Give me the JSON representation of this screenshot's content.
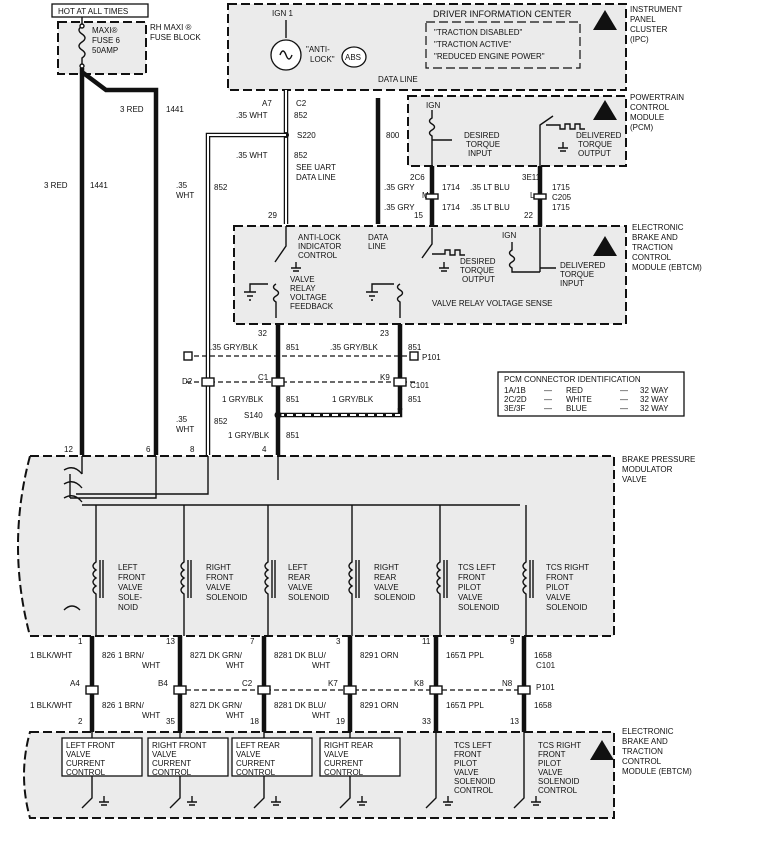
{
  "top": {
    "hot_label": "HOT AT ALL TIMES",
    "fuse_block_line1": "RH MAXI ®",
    "fuse_block_line2": "FUSE BLOCK",
    "fuse_line1": "MAXI®",
    "fuse_line2": "FUSE 6",
    "fuse_line3": "50AMP"
  },
  "ipc": {
    "title": [
      "INSTRUMENT",
      "PANEL",
      "CLUSTER",
      "(IPC)"
    ],
    "ign": "IGN 1",
    "dic_title": "DRIVER INFORMATION CENTER",
    "messages": [
      "\"TRACTION DISABLED\"",
      "\"TRACTION ACTIVE\"",
      "\"REDUCED ENGINE POWER\""
    ],
    "antilock_line1": "\"ANTI-",
    "antilock_line2": "LOCK\"",
    "abs": "ABS",
    "data_line": "DATA LINE"
  },
  "pcm": {
    "title": [
      "POWERTRAIN",
      "CONTROL",
      "MODULE",
      "(PCM)"
    ],
    "ign": "IGN",
    "desired": [
      "DESIRED",
      "TORQUE",
      "INPUT"
    ],
    "delivered": [
      "DELIVERED",
      "TORQUE",
      "OUTPUT"
    ]
  },
  "ebtcm_top": {
    "title": [
      "ELECTRONIC",
      "BRAKE AND",
      "TRACTION",
      "CONTROL",
      "MODULE (EBTCM)"
    ],
    "antilock": [
      "ANTI-LOCK",
      "INDICATOR",
      "CONTROL"
    ],
    "data_line": [
      "DATA",
      "LINE"
    ],
    "desired": [
      "DESIRED",
      "TORQUE",
      "OUTPUT"
    ],
    "ign": "IGN",
    "delivered": [
      "DELIVERED",
      "TORQUE",
      "INPUT"
    ],
    "feedback": [
      "VALVE",
      "RELAY",
      "VOLTAGE",
      "FEEDBACK"
    ],
    "sense": "VALVE RELAY VOLTAGE SENSE"
  },
  "wires_top": {
    "red3_left": "3 RED",
    "w1441_left": "1441",
    "red3_mid": "3 RED",
    "w1441_mid": "1441",
    "a7": "A7",
    "c2": "C2",
    "w852": "852",
    "wht35": ".35 WHT",
    "s220": "S220",
    "wht35b": ".35 WHT",
    "w852b": "852",
    "see": "SEE UART",
    "see2": "DATA LINE",
    "p29": "29",
    "w35": ".35",
    "wht": "WHT",
    "w852c": "852",
    "w800": "800",
    "p2c6": "2C6",
    "p3e11": "3E11",
    "gry_a": ".35 GRY",
    "m": "M",
    "w1714_a": "1714",
    "ltblu_a": ".35 LT BLU",
    "l": "L",
    "w1715_a": "1715",
    "c205": "C205",
    "gry_b": ".35 GRY",
    "w1714_b": "1714",
    "ltblu_b": ".35 LT BLU",
    "w1715_b": "1715",
    "p15": "15",
    "p22": "22"
  },
  "wires_mid": {
    "p32": "32",
    "p23": "23",
    "gryblk_a": ".35 GRY/BLK",
    "w851_a": "851",
    "gryblk_b": ".35 GRY/BLK",
    "w851_b": "851",
    "p101": "P101",
    "d2": "D2",
    "c1": "C1",
    "k9": "K9",
    "c101": "C101",
    "gryblk1": "1 GRY/BLK",
    "w851_c": "851",
    "gryblk2": "1 GRY/BLK",
    "w851_d": "851",
    "s140": "S140",
    "w35": ".35",
    "wht": "WHT",
    "w852": "852",
    "gryblk3": "1 GRY/BLK",
    "w851_e": "851",
    "pin12": "12",
    "pin6": "6",
    "pin8": "8",
    "pin4": "4"
  },
  "pcm_conn": {
    "title": "PCM CONNECTOR IDENTIFICATION",
    "rows": [
      {
        "id": "1A/1B",
        "dash": "—",
        "color": "RED",
        "dash2": "—",
        "ways": "32 WAY"
      },
      {
        "id": "2C/2D",
        "dash": "—",
        "color": "WHITE",
        "dash2": "—",
        "ways": "32 WAY"
      },
      {
        "id": "3E/3F",
        "dash": "—",
        "color": "BLUE",
        "dash2": "—",
        "ways": "32 WAY"
      }
    ]
  },
  "bpmv": {
    "title": [
      "BRAKE PRESSURE",
      "MODULATOR",
      "VALVE"
    ],
    "solenoids": [
      [
        "LEFT",
        "FRONT",
        "VALVE",
        "SOLE-",
        "NOID"
      ],
      [
        "RIGHT",
        "FRONT",
        "VALVE",
        "SOLENOID"
      ],
      [
        "LEFT",
        "REAR",
        "VALVE",
        "SOLENOID"
      ],
      [
        "RIGHT",
        "REAR",
        "VALVE",
        "SOLENOID"
      ],
      [
        "TCS LEFT",
        "FRONT",
        "PILOT",
        "VALVE",
        "SOLENOID"
      ],
      [
        "TCS RIGHT",
        "FRONT",
        "PILOT",
        "VALVE",
        "SOLENOID"
      ]
    ]
  },
  "wires_bot": {
    "top_pins": [
      "1",
      "13",
      "7",
      "3",
      "11",
      "9"
    ],
    "colors_a": [
      "1 BLK/WHT",
      "1 BRN/",
      "1 DK GRN/",
      "1 DK BLU/",
      "1 ORN",
      "1 PPL"
    ],
    "colors_a2": [
      "",
      "WHT",
      "WHT",
      "WHT",
      "",
      ""
    ],
    "nums_a": [
      "826",
      "827",
      "828",
      "829",
      "1657",
      "1658"
    ],
    "c101": "C101",
    "p101": "P101",
    "conn_pins": [
      "A4",
      "B4",
      "C2",
      "K7",
      "K8",
      "N8"
    ],
    "colors_b": [
      "1 BLK/WHT",
      "1 BRN/",
      "1 DK GRN/",
      "1 DK BLU/",
      "1 ORN",
      "1 PPL"
    ],
    "colors_b2": [
      "",
      "WHT",
      "WHT",
      "WHT",
      "",
      ""
    ],
    "nums_b": [
      "826",
      "827",
      "828",
      "829",
      "1657",
      "1658"
    ],
    "bot_pins": [
      "2",
      "35",
      "18",
      "19",
      "33",
      "13"
    ]
  },
  "ebtcm_bot": {
    "title": [
      "ELECTRONIC",
      "BRAKE AND",
      "TRACTION",
      "CONTROL",
      "MODULE (EBTCM)"
    ],
    "controls": [
      [
        "LEFT FRONT",
        "VALVE",
        "CURRENT",
        "CONTROL"
      ],
      [
        "RIGHT FRONT",
        "VALVE",
        "CURRENT",
        "CONTROL"
      ],
      [
        "LEFT REAR",
        "VALVE",
        "CURRENT",
        "CONTROL"
      ],
      [
        "RIGHT REAR",
        "VALVE",
        "CURRENT",
        "CONTROL"
      ],
      [
        "TCS LEFT",
        "FRONT",
        "PILOT",
        "VALVE",
        "SOLENOID",
        "CONTROL"
      ],
      [
        "TCS RIGHT",
        "FRONT",
        "PILOT",
        "VALVE",
        "SOLENOID",
        "CONTROL"
      ]
    ]
  }
}
